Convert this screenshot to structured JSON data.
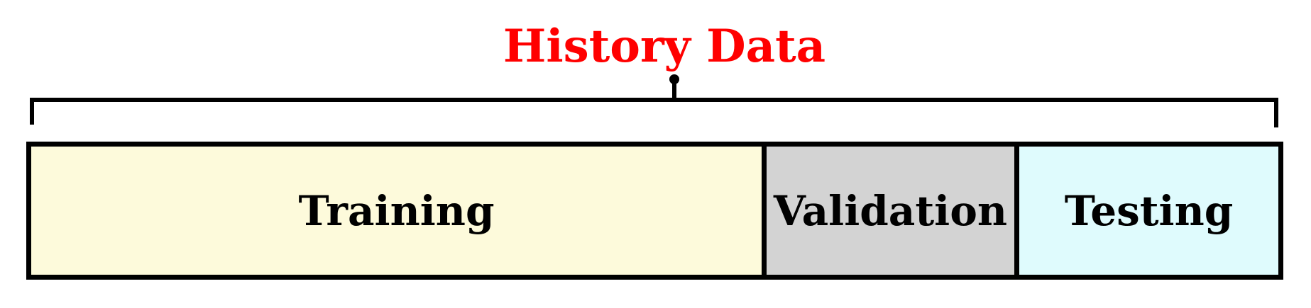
{
  "title": {
    "text": "History Data",
    "color": "#ff0000"
  },
  "pointer": {
    "color": "#000000"
  },
  "brace": {
    "color": "#000000"
  },
  "bar": {
    "border_color": "#000000",
    "segments": [
      {
        "label": "Training",
        "fill": "#fdfadb",
        "weight": 1029
      },
      {
        "label": "Validation",
        "fill": "#d3d3d3",
        "weight": 349
      },
      {
        "label": "Testing",
        "fill": "#dffbfd",
        "weight": 365
      }
    ]
  }
}
